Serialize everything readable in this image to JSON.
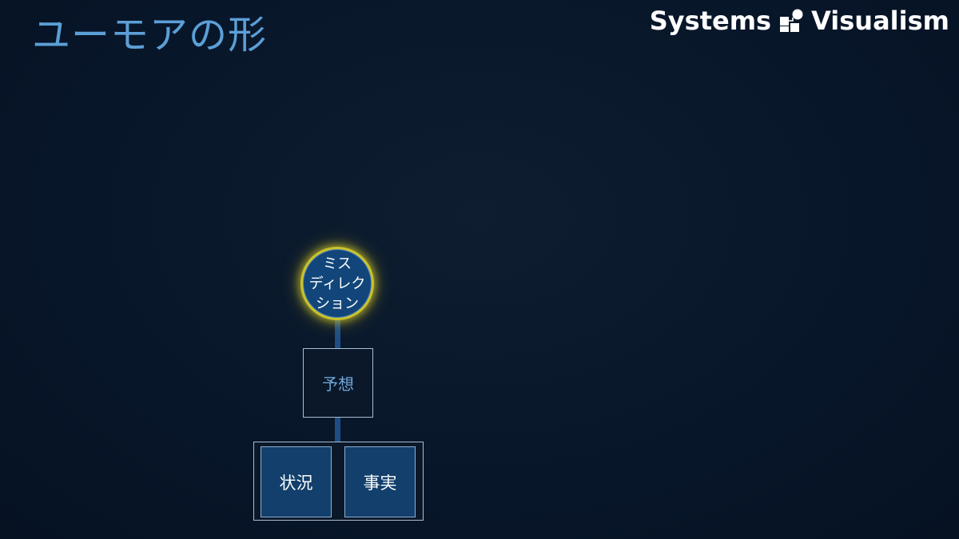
{
  "slide": {
    "title": "ユーモアの形"
  },
  "brand": {
    "left_word": "Systems",
    "right_word": "Visualism",
    "logo_icon": "systems-visualism-logo-icon"
  },
  "diagram": {
    "top_node": {
      "label": "ミス\nディレクション",
      "highlight_color": "#c9c22a"
    },
    "middle_node": {
      "label": "予想"
    },
    "bottom_nodes": [
      {
        "label": "状況"
      },
      {
        "label": "事実"
      }
    ],
    "colors": {
      "background": "#0b1829",
      "title": "#5b9fd6",
      "connector": "#1d4e86",
      "node_fill": "#123f6b"
    }
  }
}
